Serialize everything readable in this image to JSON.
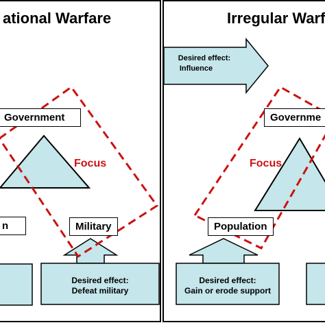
{
  "left": {
    "title": "ational Warfare",
    "top_label": "Government",
    "left_label": "n",
    "right_label": "Military",
    "focus": "Focus",
    "effect_line1": "Desired effect:",
    "effect_line2": "Defeat military"
  },
  "right": {
    "title": "Irregular Warfa",
    "arrow_line1": "Desired effect:",
    "arrow_line2": "Influence",
    "top_label": "Governme",
    "left_label": "Population",
    "focus": "Focus",
    "effect_line1": "Desired effect:",
    "effect_line2": "Gain or erode support"
  },
  "colors": {
    "fill": "#c5e6ea",
    "focus": "#cc1111"
  }
}
